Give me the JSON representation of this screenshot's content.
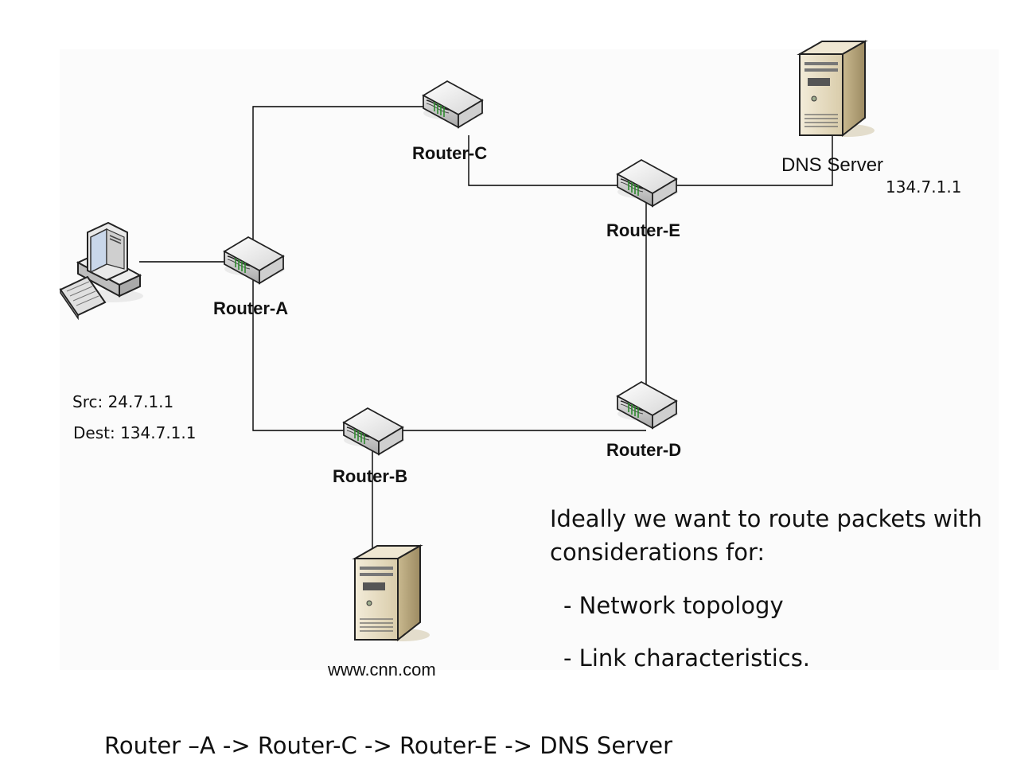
{
  "nodes": {
    "router_a": "Router-A",
    "router_b": "Router-B",
    "router_c": "Router-C",
    "router_d": "Router-D",
    "router_e": "Router-E",
    "dns_server": "DNS Server",
    "dns_ip": "134.7.1.1",
    "web_server": "www.cnn.com"
  },
  "packet": {
    "src": "Src: 24.7.1.1",
    "dest": "Dest: 134.7.1.1"
  },
  "notes": {
    "intro_line1": "Ideally we want to route packets with",
    "intro_line2": "considerations for:",
    "bullet1": "- Network topology",
    "bullet2": "- Link characteristics."
  },
  "route": "Router –A -> Router-C -> Router-E -> DNS Server"
}
